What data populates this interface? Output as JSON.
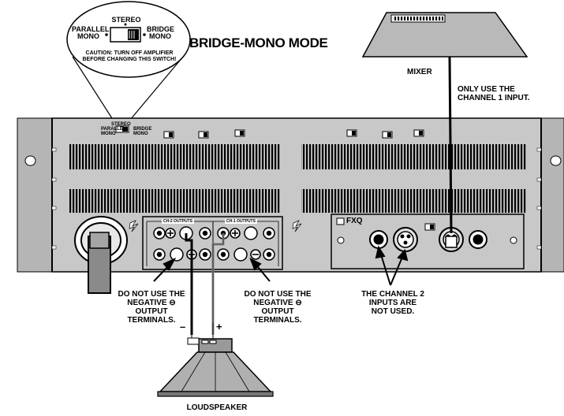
{
  "title": "BRIDGE-MONO MODE",
  "switch": {
    "stereo": "STEREO",
    "parallel": "PARALLEL\nMONO",
    "bridge": "BRIDGE\nMONO",
    "caution": "CAUTION: TURN OFF AMPLIFIER\nBEFORE CHANGING THIS SWITCH!"
  },
  "amp_switch": {
    "stereo": "STEREO",
    "parallel": "PARALLEL\nMONO",
    "bridge": "BRIDGE\nMONO"
  },
  "mixer": "MIXER",
  "mixer_note": "ONLY USE THE\nCHANNEL 1 INPUT.",
  "outputs": {
    "ch2": "CH-2 OUTPUTS",
    "ch1": "CH-1 OUTPUTS",
    "plus": "+",
    "minus": "–"
  },
  "brand": "FXQ",
  "note_left": "DO NOT USE THE\nNEGATIVE ⊖\nOUTPUT\nTERMINALS.",
  "note_right": "DO NOT USE THE\nNEGATIVE ⊖\nOUTPUT\nTERMINALS.",
  "note_inputs": "THE CHANNEL 2\nINPUTS ARE\nNOT USED.",
  "speaker": "LOUDSPEAKER",
  "wire_minus": "–",
  "wire_plus": "+"
}
